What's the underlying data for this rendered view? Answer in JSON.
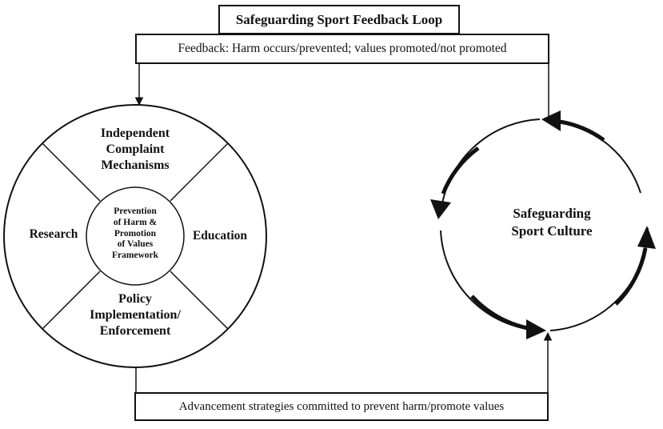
{
  "title": "Safeguarding Sport Feedback Loop",
  "feedback": "Feedback: Harm occurs/prevented; values promoted/not promoted",
  "advancement": "Advancement strategies committed to prevent harm/promote values",
  "framework": {
    "top": [
      "Independent",
      "Complaint",
      "Mechanisms"
    ],
    "left": "Research",
    "right": "Education",
    "bottom": [
      "Policy",
      "Implementation/",
      "Enforcement"
    ],
    "center": [
      "Prevention",
      "of Harm &",
      "Promotion",
      "of Values",
      "Framework"
    ]
  },
  "culture": [
    "Safeguarding",
    "Sport Culture"
  ]
}
